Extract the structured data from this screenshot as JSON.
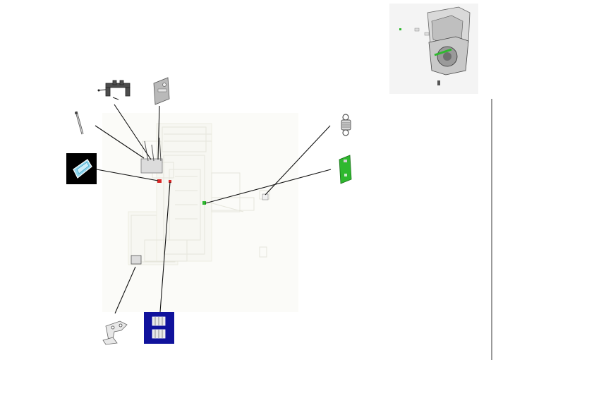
{
  "diagram": {
    "type": "exploded-parts-view",
    "colors": {
      "background": "#ffffff",
      "leader_lines": "#111111",
      "highlight_green": "#2eb82e",
      "highlight_red": "#d92626",
      "callout_black_bg": "#000000",
      "callout_blue_bg": "#10129c",
      "ghost_assembly": "#e6e6dc",
      "part_grey": "#b9b9b9"
    },
    "parts": [
      {
        "name": "rail-bracket-assembly",
        "icon": "bracket-icon"
      },
      {
        "name": "cover-plate",
        "icon": "plate-icon"
      },
      {
        "name": "shaft-lever",
        "icon": "lever-icon"
      },
      {
        "name": "lcd-window",
        "icon": "window-icon",
        "callout_background": "black"
      },
      {
        "name": "tension-spring",
        "icon": "spring-icon"
      },
      {
        "name": "circuit-board",
        "icon": "pcb-icon",
        "highlight": "green"
      },
      {
        "name": "latch-bracket",
        "icon": "latch-icon"
      },
      {
        "name": "connector-blocks",
        "icon": "connector-icon",
        "callout_background": "blue"
      }
    ],
    "overview_thumbnail": {
      "icon": "assembly-overview-icon"
    }
  }
}
